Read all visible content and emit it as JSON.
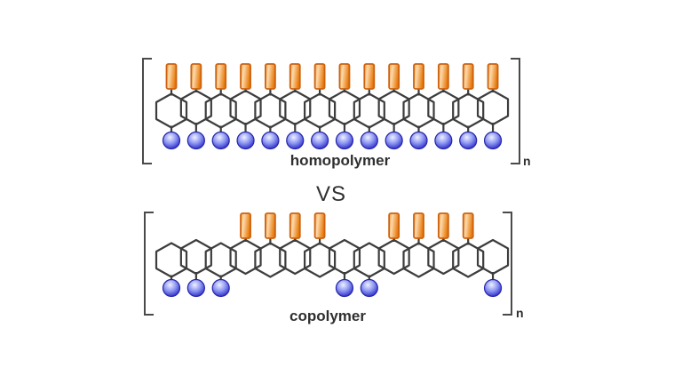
{
  "figure": {
    "versus_label": "VS",
    "homopolymer": {
      "label": "homopolymer",
      "repeat_subscript": "n",
      "unit_count": 14,
      "units": [
        "orange-rod+blue-sphere",
        "orange-rod+blue-sphere",
        "orange-rod+blue-sphere",
        "orange-rod+blue-sphere",
        "orange-rod+blue-sphere",
        "orange-rod+blue-sphere",
        "orange-rod+blue-sphere",
        "orange-rod+blue-sphere",
        "orange-rod+blue-sphere",
        "orange-rod+blue-sphere",
        "orange-rod+blue-sphere",
        "orange-rod+blue-sphere",
        "orange-rod+blue-sphere",
        "orange-rod+blue-sphere"
      ]
    },
    "copolymer": {
      "label": "copolymer",
      "repeat_subscript": "n",
      "unit_count": 14,
      "units": [
        "blue-sphere",
        "blue-sphere",
        "blue-sphere",
        "orange-rod",
        "orange-rod",
        "orange-rod",
        "orange-rod",
        "blue-sphere",
        "blue-sphere",
        "orange-rod",
        "orange-rod",
        "orange-rod",
        "orange-rod",
        "blue-sphere"
      ]
    },
    "icons": {
      "orange_unit": "orange-rod-side-group",
      "blue_unit": "blue-sphere-side-group",
      "ring_unit": "hexagon-ring"
    }
  },
  "colors": {
    "background": "#ffffff",
    "bond": "#3d3d3d",
    "bracket": "#4a4a4a",
    "text": "#2f2f2f",
    "orange_border": "#cd620e",
    "orange_mid": "#f49a3c",
    "orange_highlight": "#fcd9ac",
    "orange_deep": "#e87a0a",
    "blue_border": "#2424a8",
    "blue_deep": "#3434cc",
    "blue_mid": "#8e97f2",
    "blue_highlight": "#eef1ff"
  }
}
